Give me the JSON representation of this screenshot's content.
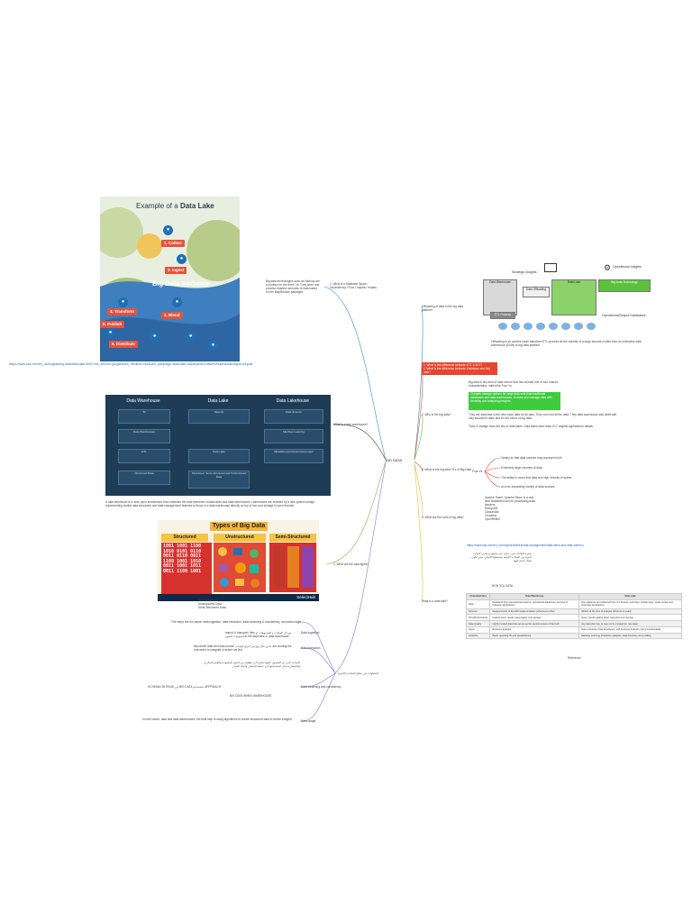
{
  "center": "BIG DATA",
  "lake": {
    "title_prefix": "Example of a",
    "title_bold": "Data Lake",
    "center_label": "Big Data Software",
    "steps": [
      "1. Collect",
      "2. Ingest",
      "3. Blend",
      "4. Transform",
      "5. Publish",
      "6. Distribute"
    ],
    "link": "https://www.sas.com/en_us/insights/big-data/data-lake.html?utm_source=google&utm_medium=cpc&utm_campaign=data-lake-us&keyword=data%20lake&matchtype=e&publisher=google"
  },
  "left_branches": {
    "what_is_warehouse": "1. What is a Database Spark / Dependency / Flow / Impala / Impala",
    "warehouse_note": "Big data technologies such as Hadoop are a solution for the three Vs. They store and process massive amounts of data based on the MapReduce paradigm.",
    "lakehouse_q": "What is a lake warehouse?",
    "lakehouse_note": "A data lakehouse is a new, open architecture that combines the best elements of data lakes and data warehouses. Lakehouses are enabled by a new system design: implementing similar data structures and data management features to those in a data warehouse directly on top of low cost storage in open formats.",
    "types_q": "2. What are the data types?",
    "types_list": [
      "Structured Data",
      "Unstructured Data",
      "Semi-Structured Data"
    ],
    "steps_q": "الخطوات في نظام البيانات الكبيرة",
    "steps_note": "The steps are the same: data ingestion, data extraction, data cleansing & consistency, and data usage",
    "sub_steps": [
      "Data ingestion",
      "Data extraction",
      "Data cleansing and consistency",
      "Data usage"
    ],
    "ingest_note": "import & transport: files پورتال البيانات و الفيديوهات او الصوتيات الصور to the data lake or data warehouse",
    "extract_note": "structured data and data source خاص بكل نوع من انواع البيانات are coming the real-world to integrate it before we link",
    "cleansing_note": "البيانات التي تم الحصول عليها تحتاج الى تنظيف من القيم المفقودة والقيم المكررة والمتضاربة قبل استخدامها في عملية التحليل واتخاذ القرار",
    "warehouse_approach": "BIG DATA WHEN WAREHOUSE",
    "schema_note": "SCHEMA ON READ في BIG DATA باستخدام APPROACH",
    "usage_note": "In both cases, data and data warehouses, the final step is using algorithms to create structured data to derive insights."
  },
  "right_branches": {
    "flow_q": "Offloading of data in the big data platform",
    "flow_note": "Offloading is an ancient crash transform ETL process for the transfer of a large amount of data from an enterprise data warehouse (EDW) to big data platform.",
    "red_notes": [
      "1. What is the difference between ETL & ELT?",
      "2. What is the difference between Database and Big data?"
    ],
    "why_q": "2. Why is the big data?",
    "why_note": "Big data is any kind of data source that has at least one of four shared characteristics, called the Four Vs.",
    "green_note": "Cheaper storage options for large data sets than traditional databases and data warehouses, to store and manage data with flexibility and analyzing insights.",
    "why_note2": "They are data lake is the new wave data for all data. They can hold all the data. They data warehouse was dealt with only structured data, and it's the future of big data.",
    "why_note3": "Tools & storage tools are key in data lakes. Data lakes store data, ELT original applications details.",
    "vs_q": "3. What is the big data? 5's of Big Data",
    "vs_label": "Four Vs",
    "vs_items": [
      "Variety so that data sources may represent both",
      "Extremely large volumes of data",
      "The ability to move that data at a high Velocity of speed",
      "an ever-expanding Variety of data sources"
    ],
    "tools_q": "4. What are the tools in big data?",
    "tools_list": [
      "Apache Storm, Apache Storm is a real-time distributed tool for processing data streams.",
      "MongoDB",
      "Cassandra",
      "Cloudera",
      "OpenRefine"
    ],
    "lake_q": "What is a data lake?",
    "lake_link": "https://www.sas.com/en_us/insights/articles/data-management/data-lakes-and-data-warehouses-know-the-difference.html",
    "lake_note_ar": "بحيرة البيانات هي عبارة عن مستودع يخزن كميات كبيرة من البيانات الأولية بتنسيقها الأصلي حتى تكون هناك حاجة إليها",
    "non_sql": "NON SQL DATA"
  },
  "arch": {
    "strategic": "Strategic Insights",
    "operational": "Operational Insights",
    "warehouse": "Data Warehouse",
    "offloading": "Data Offloading",
    "datalake": "Data Lake",
    "tech": "Big Data Technology",
    "sources": "ETL Process",
    "db": "Operational/Output Databases"
  },
  "table": {
    "headers": [
      "Characteristics",
      "Data Warehouse",
      "Data Lake"
    ],
    "rows": [
      [
        "Data",
        "Relational from transactional systems, operational databases, and line of business applications",
        "Non-relational and relational from IoT devices, web sites, mobile apps, social media, and corporate applications"
      ],
      [
        "Schema",
        "Designed prior to the DW implementation (schema-on-write)",
        "Written at the time of analysis (schema-on-read)"
      ],
      [
        "Price/Performance",
        "Fastest query results using higher cost storage",
        "Query results getting faster using low-cost storage"
      ],
      [
        "Data Quality",
        "Highly curated data that serves as the central version of the truth",
        "Any data that may or may not be curated (ie. raw data)"
      ],
      [
        "Users",
        "Business analysts",
        "Data scientists, Data developers, and business analysts (using curated data)"
      ],
      [
        "Analytics",
        "Batch reporting, BI and visualizations",
        "Machine Learning, Predictive analytics, data discovery and profiling"
      ]
    ],
    "caption": "Reference"
  },
  "types_img": {
    "title": "Types of Big Data",
    "cols": [
      "Structured",
      "Unstructured",
      "Semi-Structured"
    ],
    "brand": "SelectHub",
    "binary": [
      "1001",
      "1001",
      "1100",
      "1010",
      "0101",
      "0110",
      "0011",
      "0110",
      "0011",
      "1100",
      "1001",
      "1010",
      "0011",
      "1001",
      "1011",
      "0011",
      "1100",
      "1001"
    ]
  },
  "lakehouse_img": {
    "cols": [
      "Data Warehouse",
      "Data Lake",
      "Data Lakehouse"
    ],
    "items": [
      "BI",
      "Reports",
      "Data Science",
      "Machine Learning",
      "Data Warehouses",
      "ETL",
      "Structured Data",
      "Data Lake",
      "Structured, Semi-structured and Unstructured Data",
      "Metadata and Governance Layer"
    ]
  }
}
